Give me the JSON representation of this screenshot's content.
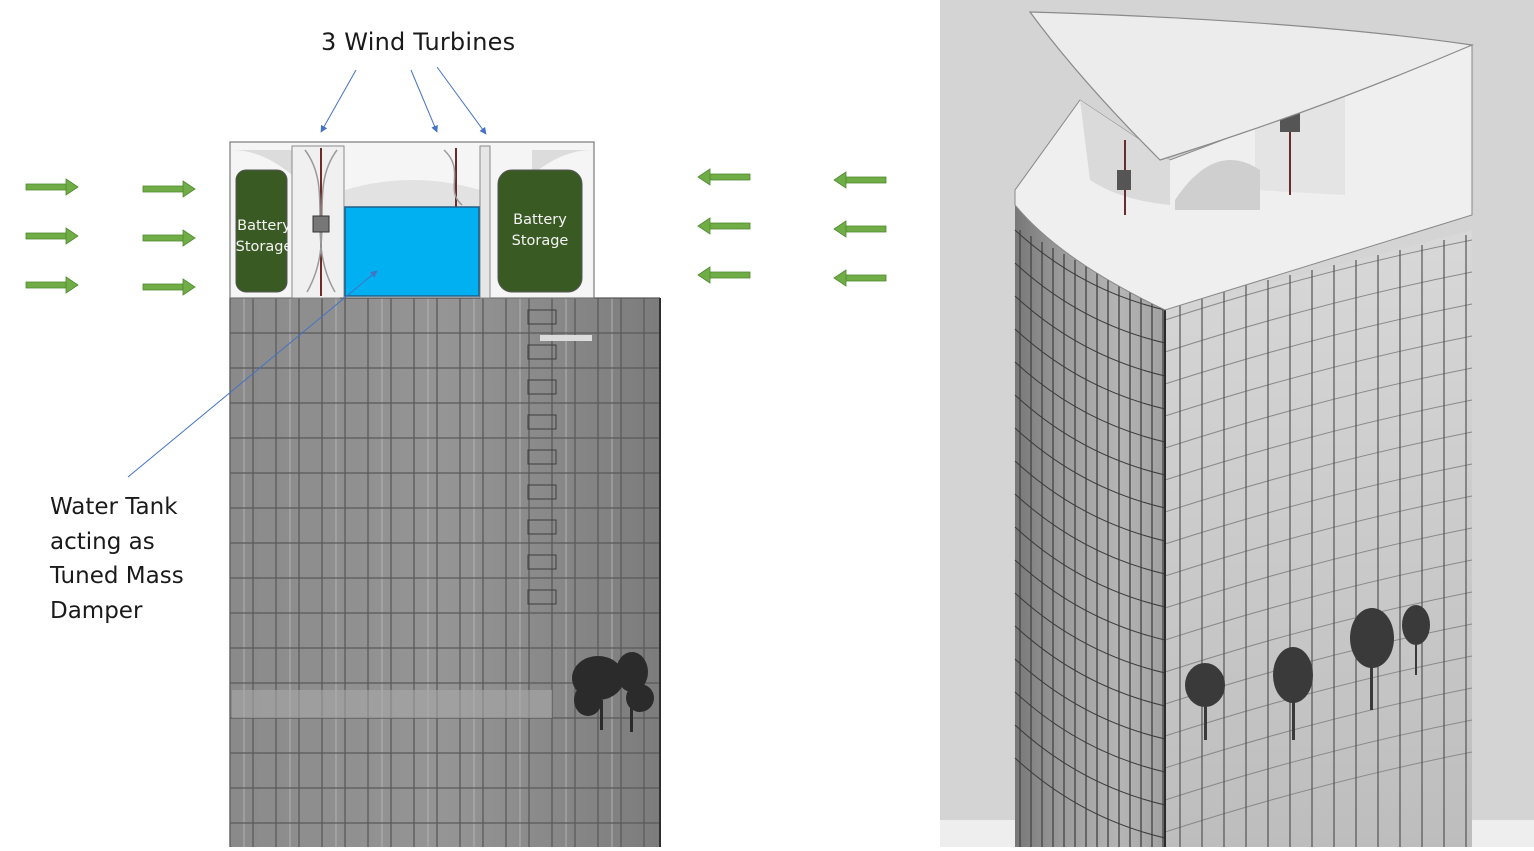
{
  "labels": {
    "turbines": "3 Wind Turbines",
    "battery_left": [
      "Battery",
      "Storage"
    ],
    "battery_right": [
      "Battery",
      "Storage"
    ],
    "tank_lines": [
      "Water Tank",
      "acting as",
      "Tuned Mass",
      "Damper"
    ]
  },
  "colors": {
    "wind_arrow": "#70ad47",
    "wind_arrow_dark": "#4e8a2e",
    "battery": "#3a5a23",
    "water_tank": "#00b0f0",
    "callout_line": "#4472c4",
    "glass_facade": "#8c8c8c",
    "roof": "#ededed"
  }
}
